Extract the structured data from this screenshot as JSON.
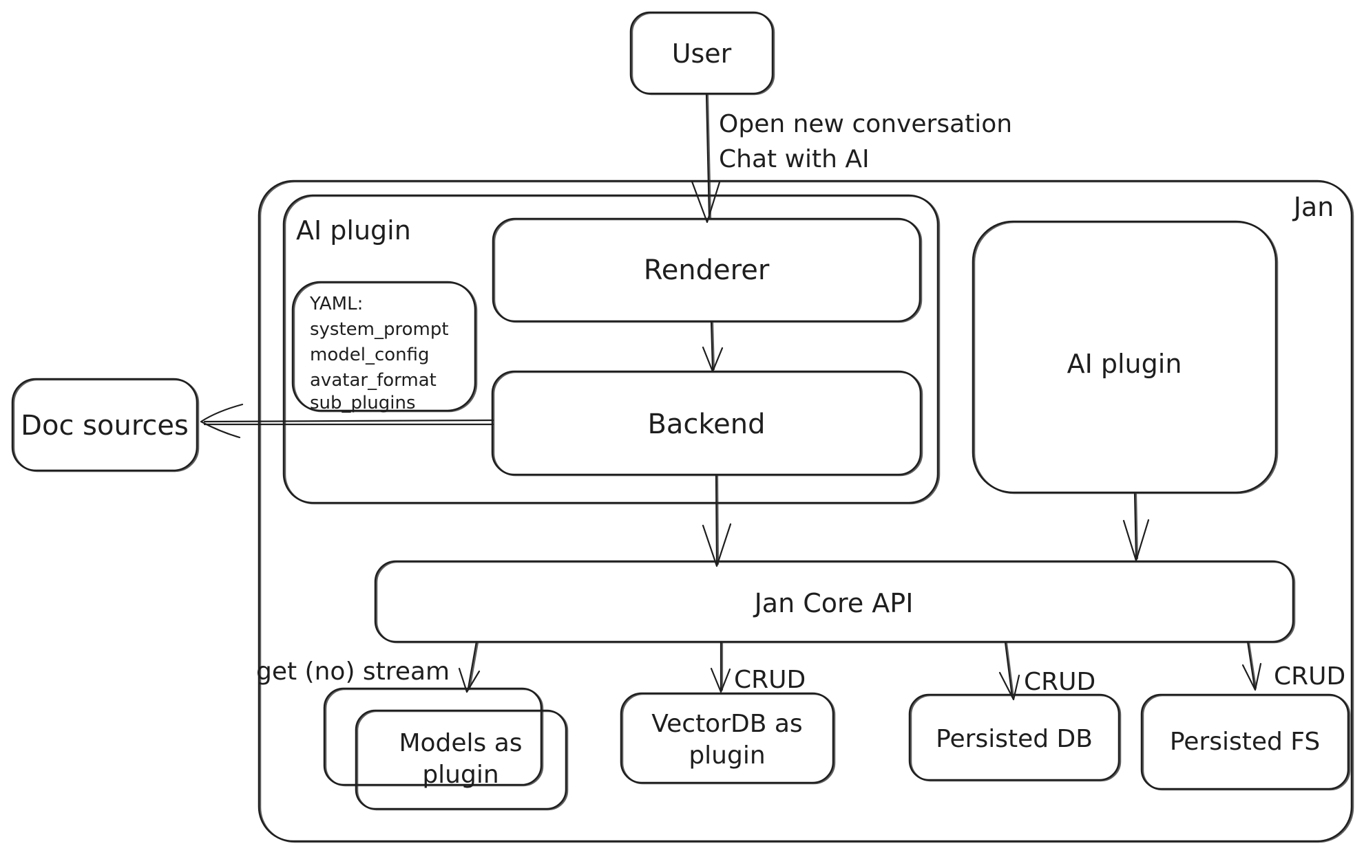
{
  "colors": {
    "stroke": "#1e1e1e",
    "background": "#ffffff"
  },
  "nodes": {
    "user": {
      "label": "User"
    },
    "jan_container": {
      "label": "Jan"
    },
    "ai_plugin_container": {
      "label": "AI plugin"
    },
    "renderer": {
      "label": "Renderer"
    },
    "backend": {
      "label": "Backend"
    },
    "yaml_note": {
      "title": "YAML:",
      "item1": "system_prompt",
      "item2": "model_config",
      "item3": "avatar_format",
      "item4": "sub_plugins"
    },
    "ai_plugin_right": {
      "label": "AI plugin"
    },
    "doc_sources": {
      "label": "Doc sources"
    },
    "jan_core_api": {
      "label": "Jan Core API"
    },
    "models_as_plugin": {
      "label_line1": "Models as",
      "label_line2": "plugin"
    },
    "vectordb_as_plugin": {
      "label_line1": "VectorDB as",
      "label_line2": "plugin"
    },
    "persisted_db": {
      "label": "Persisted DB"
    },
    "persisted_fs": {
      "label": "Persisted FS"
    }
  },
  "edges": {
    "user_to_renderer": {
      "label_line1": "Open new conversation",
      "label_line2": "Chat with AI"
    },
    "core_to_models": {
      "label": "get (no) stream"
    },
    "core_to_vectordb": {
      "label": "CRUD"
    },
    "core_to_persisted_db": {
      "label": "CRUD"
    },
    "core_to_persisted_fs": {
      "label": "CRUD"
    }
  }
}
